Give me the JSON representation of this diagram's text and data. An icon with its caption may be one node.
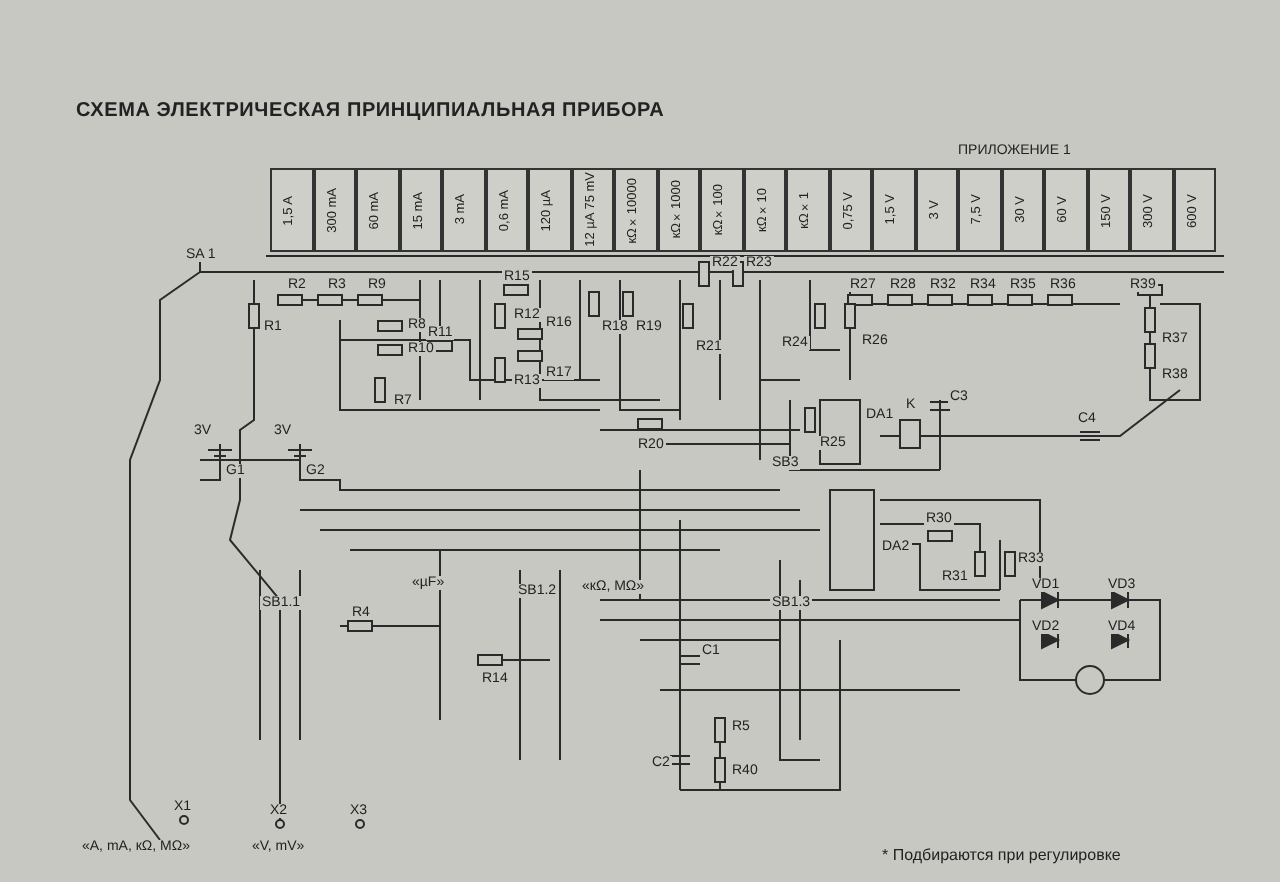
{
  "diagram": {
    "title": "СХЕМА ЭЛЕКТРИЧЕСКАЯ ПРИНЦИПИАЛЬНАЯ ПРИБОРА",
    "labels": [
      "ПРИЛОЖЕНИЕ 1",
      "1,5 A",
      "300 mA",
      "60 mA",
      "15 mA",
      "3 mA",
      "0,6 mA",
      "120 µA",
      "12 µA 75 mV",
      "кΩ×10000",
      "кΩ×1000",
      "кΩ×100",
      "кΩ×10",
      "кΩ×1",
      "0,75 V",
      "1,5 V",
      "3 V",
      "7,5 V",
      "30 V",
      "60 V",
      "150 V",
      "300 V",
      "600 V",
      "SA 1",
      "R1",
      "R2",
      "R3",
      "R9",
      "R8",
      "R10",
      "R7",
      "R11",
      "R12",
      "R13",
      "R15",
      "R16",
      "R17",
      "R18",
      "R19",
      "R22",
      "R23",
      "R21",
      "R24",
      "R26",
      "R27",
      "R28",
      "R32",
      "R34",
      "R35",
      "R36",
      "R39",
      "R37",
      "R38",
      "R20",
      "R25",
      "SB3",
      "K",
      "C3",
      "C4",
      "DA1",
      "DA2",
      "R30",
      "R31",
      "R33",
      "VD1",
      "VD3",
      "VD2",
      "VD4",
      "C1",
      "R5",
      "C2",
      "R40",
      "SB1.3",
      "SB1.2",
      "SB1.1",
      "«µF»",
      "«кΩ, MΩ»",
      "R4",
      "R14",
      "G1",
      "G2",
      "3V",
      "3V",
      "X1",
      "X2",
      "X3",
      "«A, mA, кΩ, MΩ»",
      "«V, mV»",
      "* Подбираются при регулировке"
    ]
  }
}
